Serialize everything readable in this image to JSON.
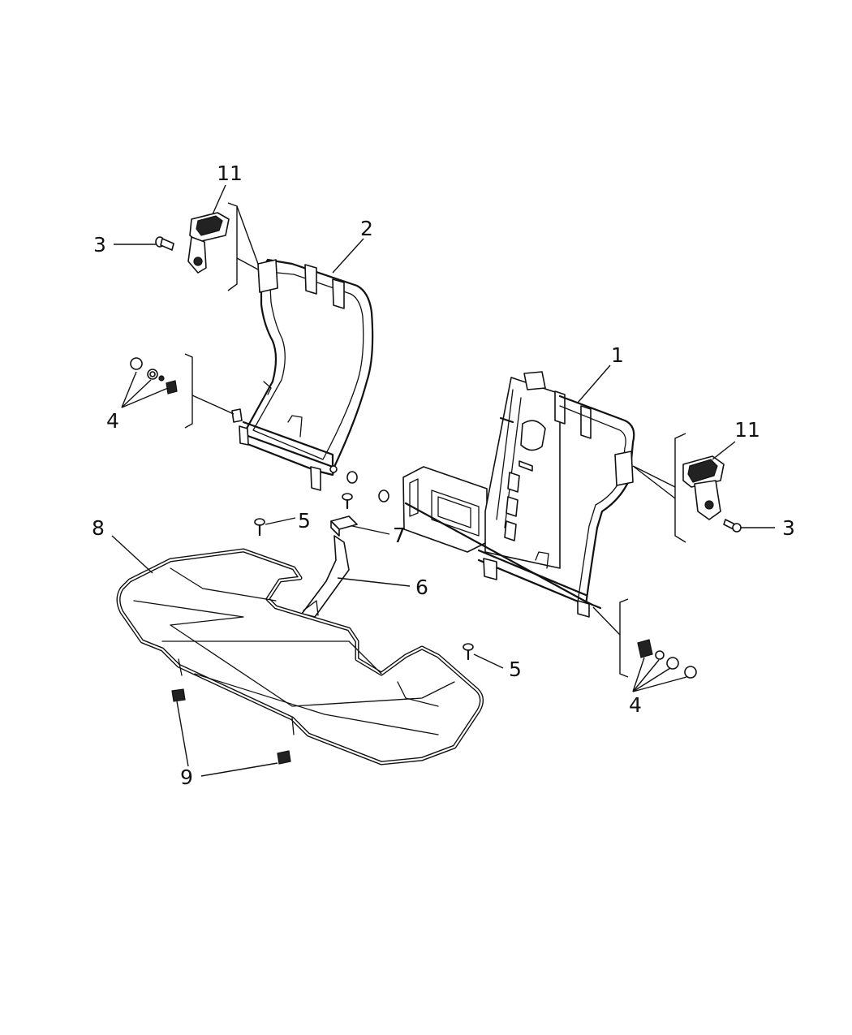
{
  "callouts": {
    "c1": "1",
    "c2": "2",
    "c3_left": "3",
    "c3_right": "3",
    "c4_left": "4",
    "c4_right": "4",
    "c5_left": "5",
    "c5_right": "5",
    "c6": "6",
    "c7": "7",
    "c8": "8",
    "c9": "9",
    "c11_left": "11",
    "c11_right": "11"
  }
}
